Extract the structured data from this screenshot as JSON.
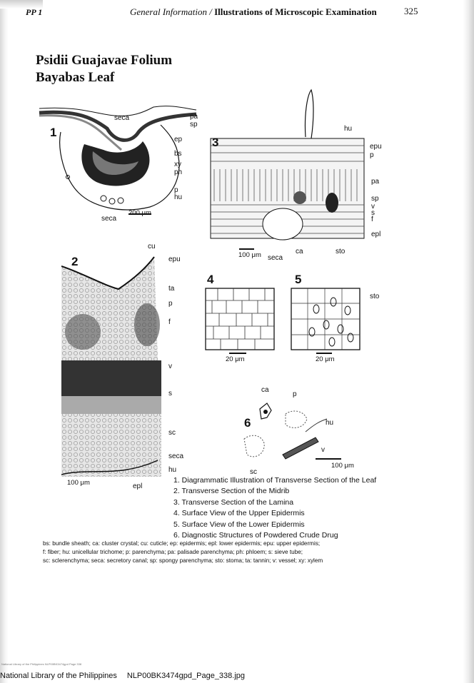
{
  "header": {
    "left": "PP 1",
    "center_italic": "General Information / ",
    "center_bold": "Illustrations of Microscopic Examination",
    "page_number": "325"
  },
  "title": {
    "line1": "Psidii  Guajavae  Folium",
    "line2": "Bayabas Leaf"
  },
  "figures": {
    "fig1": {
      "number": "1",
      "labels": [
        "seca",
        "pa",
        "sp",
        "ep",
        "bs",
        "xy",
        "ph",
        "p",
        "hu",
        "seca"
      ],
      "scale": "200 μm"
    },
    "fig2": {
      "number": "2",
      "labels": [
        "cu",
        "epu",
        "ta",
        "p",
        "f",
        "v",
        "s",
        "sc",
        "seca",
        "hu",
        "epl"
      ],
      "scale": "100 μm"
    },
    "fig3": {
      "number": "3",
      "labels": [
        "hu",
        "epu",
        "p",
        "pa",
        "sp",
        "v",
        "s",
        "f",
        "epl",
        "seca",
        "ca",
        "sto"
      ],
      "scale": "100 μm"
    },
    "fig4": {
      "number": "4",
      "scale": "20 μm"
    },
    "fig5": {
      "number": "5",
      "labels": [
        "sto"
      ],
      "scale": "20 μm"
    },
    "fig6": {
      "number": "6",
      "labels": [
        "ca",
        "p",
        "hu",
        "v",
        "sc"
      ],
      "scale": "100 μm"
    }
  },
  "captions": [
    "1. Diagrammatic Illustration of Transverse Section of the Leaf",
    "2. Transverse Section of the Midrib",
    "3. Transverse Section of the Lamina",
    "4. Surface View of the Upper Epidermis",
    "5. Surface View of the Lower Epidermis",
    "6. Diagnostic Structures of  Powdered Crude Drug"
  ],
  "abbreviations": [
    "bs: bundle sheath; ca: cluster crystal; cu: cuticle; ep: epidermis; epl: lower epidermis; epu: upper epidermis;",
    "f: fiber; hu: unicellular trichome; p: parenchyma; pa: palisade parenchyma; ph: phloem; s: sieve tube;",
    "sc: sclerenchyma; seca: secretory canal; sp: spongy parenchyma; sto: stoma; ta: tannin; v: vessel; xy: xylem"
  ],
  "footer": {
    "library": "National Library of the Philippines",
    "file": "NLP00BK3474gpd_Page_338.jpg"
  },
  "scan_tiny_text": "National Library of the Philippines    NLP00BK3474gpd Page 338"
}
